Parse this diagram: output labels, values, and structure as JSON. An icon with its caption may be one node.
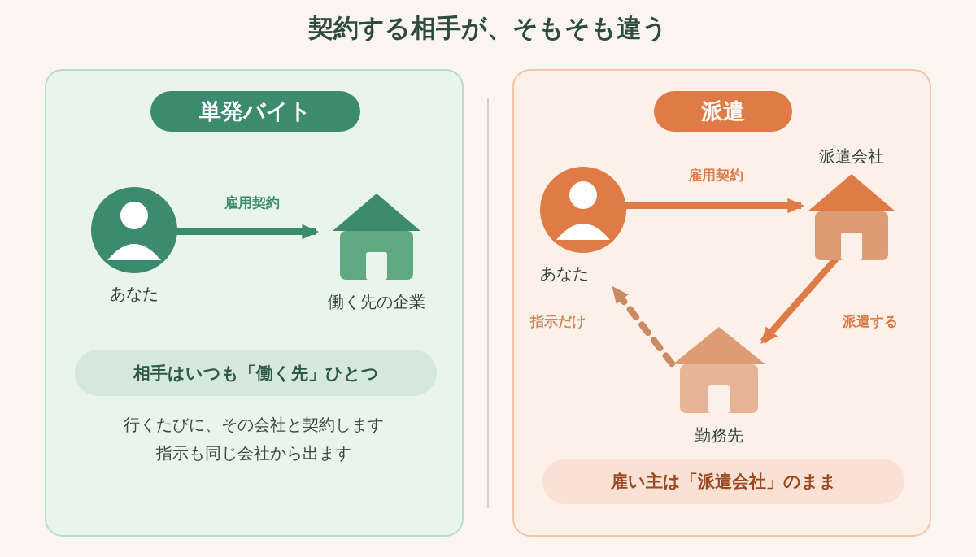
{
  "diagram": {
    "title": "契約する相手が、そもそも違う",
    "nodes": [
      {
        "text": [],
        "shape": "box"
      },
      {
        "text": [
          "単発バイト"
        ],
        "in": 0
      },
      {
        "text": [
          "あなた"
        ],
        "in": 0
      },
      {
        "text": [
          "働く先の企業"
        ],
        "in": 0
      },
      {
        "text": [
          "相手はいつも「働く先」ひとつ"
        ],
        "in": 0
      },
      {
        "text": [],
        "shape": "box"
      },
      {
        "text": [
          "派遣"
        ],
        "in": 5
      },
      {
        "text": [
          "あなた"
        ],
        "in": 5
      },
      {
        "text": [
          "派遣会社"
        ],
        "in": 5
      },
      {
        "text": [
          "勤務先"
        ],
        "in": 5
      },
      {
        "text": [
          "雇い主は「派遣会社」のまま"
        ],
        "in": 5
      }
    ],
    "edges": [
      {
        "from": 2,
        "to": 3,
        "arrow": "to",
        "label": "雇用契約",
        "color": "#3d8b6e"
      },
      {
        "from": 7,
        "to": 8,
        "arrow": "to",
        "label": "雇用契約",
        "color": "#e07b48"
      },
      {
        "from": 8,
        "to": 9,
        "arrow": "to",
        "label": "派遣する",
        "color": "#e07b48"
      },
      {
        "from": 9,
        "to": 7,
        "arrow": "to",
        "label": "指示だけ",
        "style": "dashed",
        "color": "#cc8a62"
      }
    ],
    "labels": [
      "行くたびに、その会社と契約します",
      "指示も同じ会社から出ます"
    ]
  }
}
